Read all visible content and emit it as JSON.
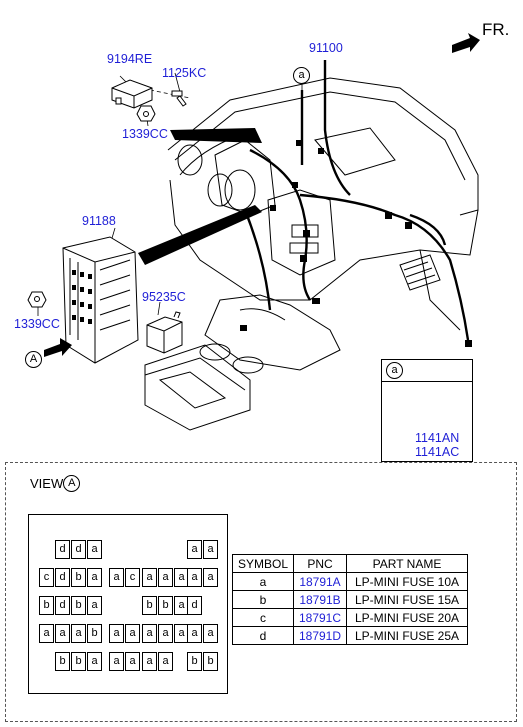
{
  "direction_label": "FR.",
  "parts": {
    "main_harness": "91100",
    "switch": "9194RE",
    "bolt": "1125KC",
    "nut_top": "1339CC",
    "junction_box": "91188",
    "relay": "95235C",
    "nut_left": "1339CC"
  },
  "callouts": {
    "a": "a",
    "A": "A"
  },
  "inset": {
    "label": "a",
    "pnc_1": "1141AN",
    "pnc_2": "1141AC"
  },
  "view": {
    "prefix": "VIEW",
    "letter": "A"
  },
  "fuses": [
    [
      "",
      "d",
      "d",
      "a",
      "",
      "",
      "",
      "",
      "",
      "a",
      "a"
    ],
    [
      "c",
      "d",
      "b",
      "a",
      "a",
      "c",
      "a",
      "a",
      "a",
      "a",
      "a"
    ],
    [
      "b",
      "d",
      "b",
      "a",
      "",
      "",
      "b",
      "b",
      "a",
      "d",
      ""
    ],
    [
      "a",
      "a",
      "a",
      "b",
      "a",
      "a",
      "a",
      "a",
      "a",
      "a",
      "a"
    ],
    [
      "",
      "b",
      "b",
      "a",
      "a",
      "a",
      "a",
      "a",
      "",
      "b",
      "b"
    ]
  ],
  "table": {
    "headers": [
      "SYMBOL",
      "PNC",
      "PART NAME"
    ],
    "rows": [
      {
        "symbol": "a",
        "pnc": "18791A",
        "name": "LP-MINI FUSE 10A"
      },
      {
        "symbol": "b",
        "pnc": "18791B",
        "name": "LP-MINI FUSE 15A"
      },
      {
        "symbol": "c",
        "pnc": "18791C",
        "name": "LP-MINI FUSE 20A"
      },
      {
        "symbol": "d",
        "pnc": "18791D",
        "name": "LP-MINI FUSE 25A"
      }
    ]
  },
  "colors": {
    "label_blue": "#1f1fd6"
  }
}
